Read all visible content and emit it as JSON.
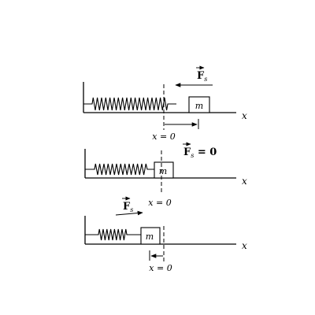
{
  "panels": [
    {
      "id": "stretched",
      "mass_label": "m",
      "axis_label": "x",
      "origin_label": "x = 0",
      "force_label": "F",
      "force_subscript": "s",
      "force_suffix": "",
      "force_direction": "left",
      "displacement_direction": "right"
    },
    {
      "id": "equilibrium",
      "mass_label": "m",
      "axis_label": "x",
      "origin_label": "x = 0",
      "force_label": "F",
      "force_subscript": "s",
      "force_suffix": " = 0",
      "force_direction": "none",
      "displacement_direction": "none"
    },
    {
      "id": "compressed",
      "mass_label": "m",
      "axis_label": "x",
      "origin_label": "x = 0",
      "force_label": "F",
      "force_subscript": "s",
      "force_suffix": "",
      "force_direction": "right",
      "displacement_direction": "left"
    }
  ],
  "colors": {
    "ink": "#000000",
    "background": "#ffffff"
  }
}
